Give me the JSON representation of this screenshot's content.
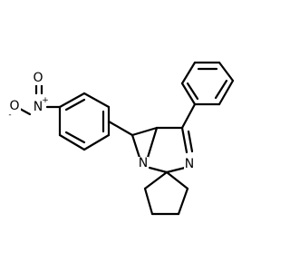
{
  "atoms": {
    "nitrogen_nitro": {
      "symbol": "N",
      "charge": "+"
    },
    "oxygen_double": {
      "symbol": "O",
      "charge": ""
    },
    "oxygen_single": {
      "symbol": "O",
      "charge": "-"
    },
    "nitrogen_aziridine": {
      "symbol": "N",
      "charge": ""
    },
    "nitrogen_imine": {
      "symbol": "N",
      "charge": ""
    }
  },
  "colors": {
    "bond": "#000000",
    "background": "#ffffff"
  }
}
